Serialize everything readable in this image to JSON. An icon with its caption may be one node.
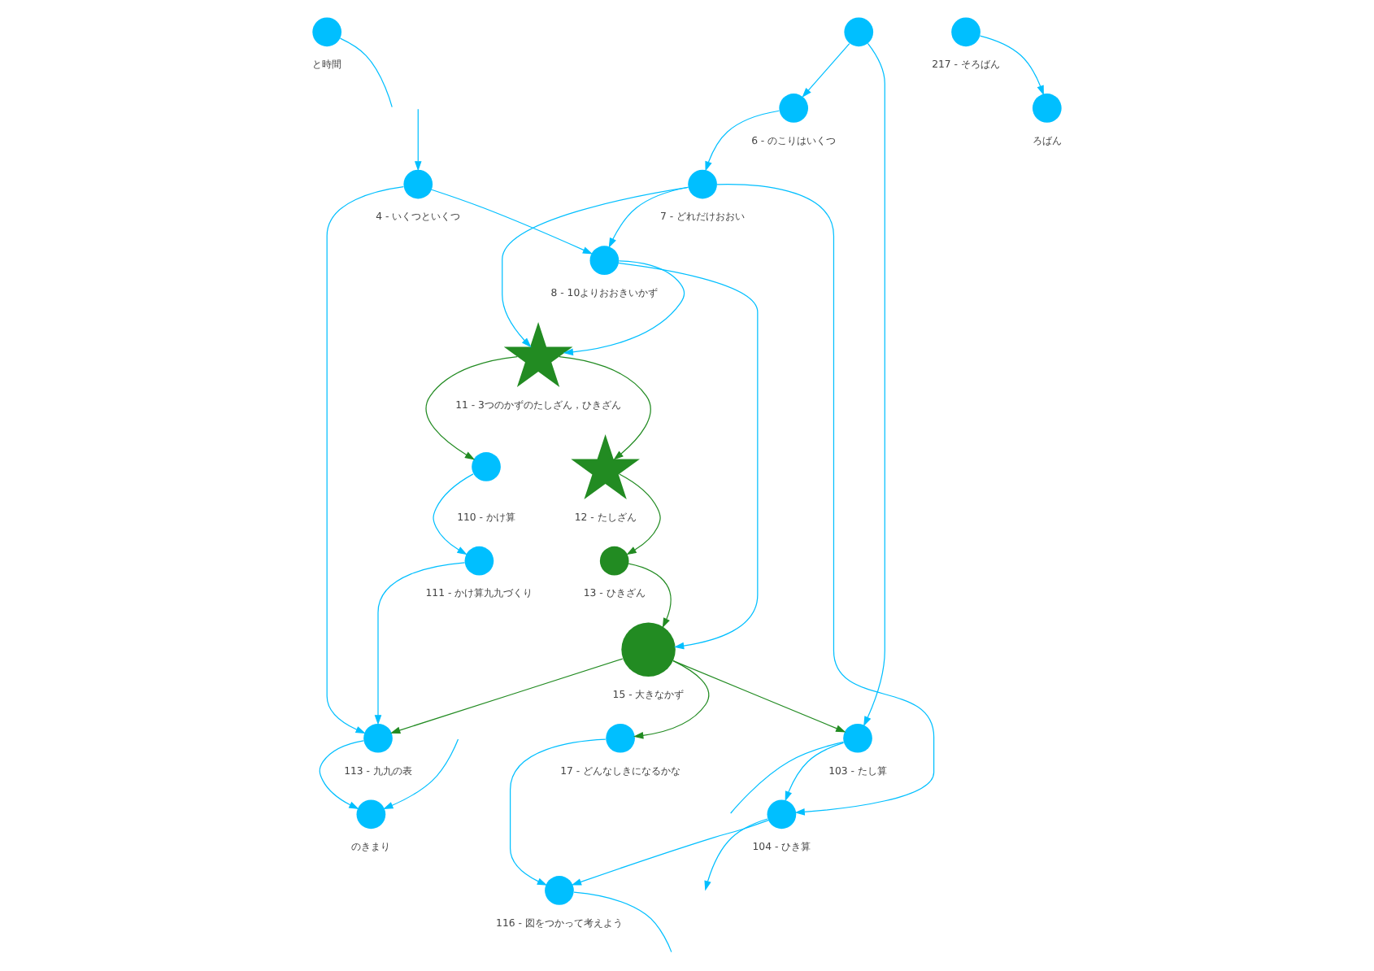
{
  "diagram": {
    "nodes": [
      {
        "text": [],
        "shape": "circle",
        "beside": [
          "と時間"
        ]
      },
      {
        "text": [],
        "shape": "circle",
        "beside": [
          "4 - いくつといくつ"
        ]
      },
      {
        "text": [],
        "shape": "circle",
        "beside": [
          "110 - かけ算"
        ]
      },
      {
        "text": [],
        "shape": "circle",
        "beside": [
          "111 - かけ算九九づくり"
        ]
      },
      {
        "text": [],
        "shape": "circle",
        "beside": [
          "217 - そろばん"
        ]
      },
      {
        "text": [],
        "shape": "star",
        "beside": [
          "11 - 3つのかずのたしざん，ひきざん"
        ]
      },
      {
        "text": [],
        "shape": "circle",
        "beside": [
          "8 - 10よりおおきいかず"
        ]
      },
      {
        "text": [],
        "shape": "circle",
        "beside": [
          "ろばん"
        ]
      },
      {
        "text": [],
        "shape": "circle",
        "beside": [
          "113 - 九九の表"
        ]
      },
      {
        "text": [],
        "shape": "star",
        "beside": [
          "12 - たしざん"
        ]
      },
      {
        "text": [],
        "shape": "circle",
        "beside": [
          "15 - 大きなかず"
        ]
      },
      {
        "text": [],
        "shape": "circle",
        "beside": [
          "7 - どれだけおおい"
        ]
      },
      {
        "text": [],
        "shape": "circle",
        "beside": [
          "13 - ひきざん"
        ]
      },
      {
        "text": [],
        "shape": "circle",
        "beside": [
          "17 - どんなしきになるかな"
        ]
      },
      {
        "text": [],
        "shape": "circle",
        "beside": [
          "116 - 図をつかって考えよう"
        ]
      },
      {
        "text": [],
        "shape": "circle",
        "beside": [
          "のきまり"
        ]
      },
      {
        "text": [],
        "shape": "circle",
        "beside": [
          "104 - ひき算"
        ]
      },
      {
        "text": [],
        "shape": "circle",
        "beside": [
          "6 - のこりはいくつ"
        ]
      },
      {
        "text": [],
        "shape": "circle",
        "beside": [
          "103 - たし算"
        ]
      },
      {
        "text": [],
        "shape": "circle"
      }
    ],
    "edges": [
      {
        "from": 0,
        "to": null,
        "arrow": "none"
      },
      {
        "from": null,
        "to": 1,
        "arrow": "to"
      },
      {
        "from": 1,
        "to": 8,
        "arrow": "to"
      },
      {
        "from": 1,
        "to": 6,
        "arrow": "to"
      },
      {
        "from": 2,
        "to": 3,
        "arrow": "to"
      },
      {
        "from": 3,
        "to": 8,
        "arrow": "to"
      },
      {
        "from": 4,
        "to": 7,
        "arrow": "to"
      },
      {
        "from": 6,
        "to": 5,
        "arrow": "to"
      },
      {
        "from": 5,
        "to": 2,
        "arrow": "to",
        "color": "#228b22"
      },
      {
        "from": 5,
        "to": 9,
        "arrow": "to",
        "color": "#228b22"
      },
      {
        "from": 9,
        "to": 12,
        "arrow": "to",
        "color": "#228b22"
      },
      {
        "from": 12,
        "to": 10,
        "arrow": "to",
        "color": "#228b22"
      },
      {
        "from": 10,
        "to": 8,
        "arrow": "to",
        "color": "#228b22"
      },
      {
        "from": 10,
        "to": 13,
        "arrow": "to",
        "color": "#228b22"
      },
      {
        "from": 10,
        "to": 18,
        "arrow": "to",
        "color": "#228b22"
      },
      {
        "from": 6,
        "to": 10,
        "arrow": "to"
      },
      {
        "from": 11,
        "to": 6,
        "arrow": "to"
      },
      {
        "from": 11,
        "to": 5,
        "arrow": "to"
      },
      {
        "from": 11,
        "to": 16,
        "arrow": "to"
      },
      {
        "from": 17,
        "to": 11,
        "arrow": "to"
      },
      {
        "from": 19,
        "to": 17,
        "arrow": "to"
      },
      {
        "from": 19,
        "to": 18,
        "arrow": "to"
      },
      {
        "from": 18,
        "to": 16,
        "arrow": "to"
      },
      {
        "from": 18,
        "to": null,
        "arrow": "none"
      },
      {
        "from": 16,
        "to": 14,
        "arrow": "to"
      },
      {
        "from": 16,
        "to": null,
        "arrow": "to"
      },
      {
        "from": 13,
        "to": 14,
        "arrow": "to"
      },
      {
        "from": 14,
        "to": null,
        "arrow": "none"
      },
      {
        "from": 8,
        "to": 15,
        "arrow": "to"
      },
      {
        "from": null,
        "to": 15,
        "arrow": "to"
      }
    ]
  }
}
